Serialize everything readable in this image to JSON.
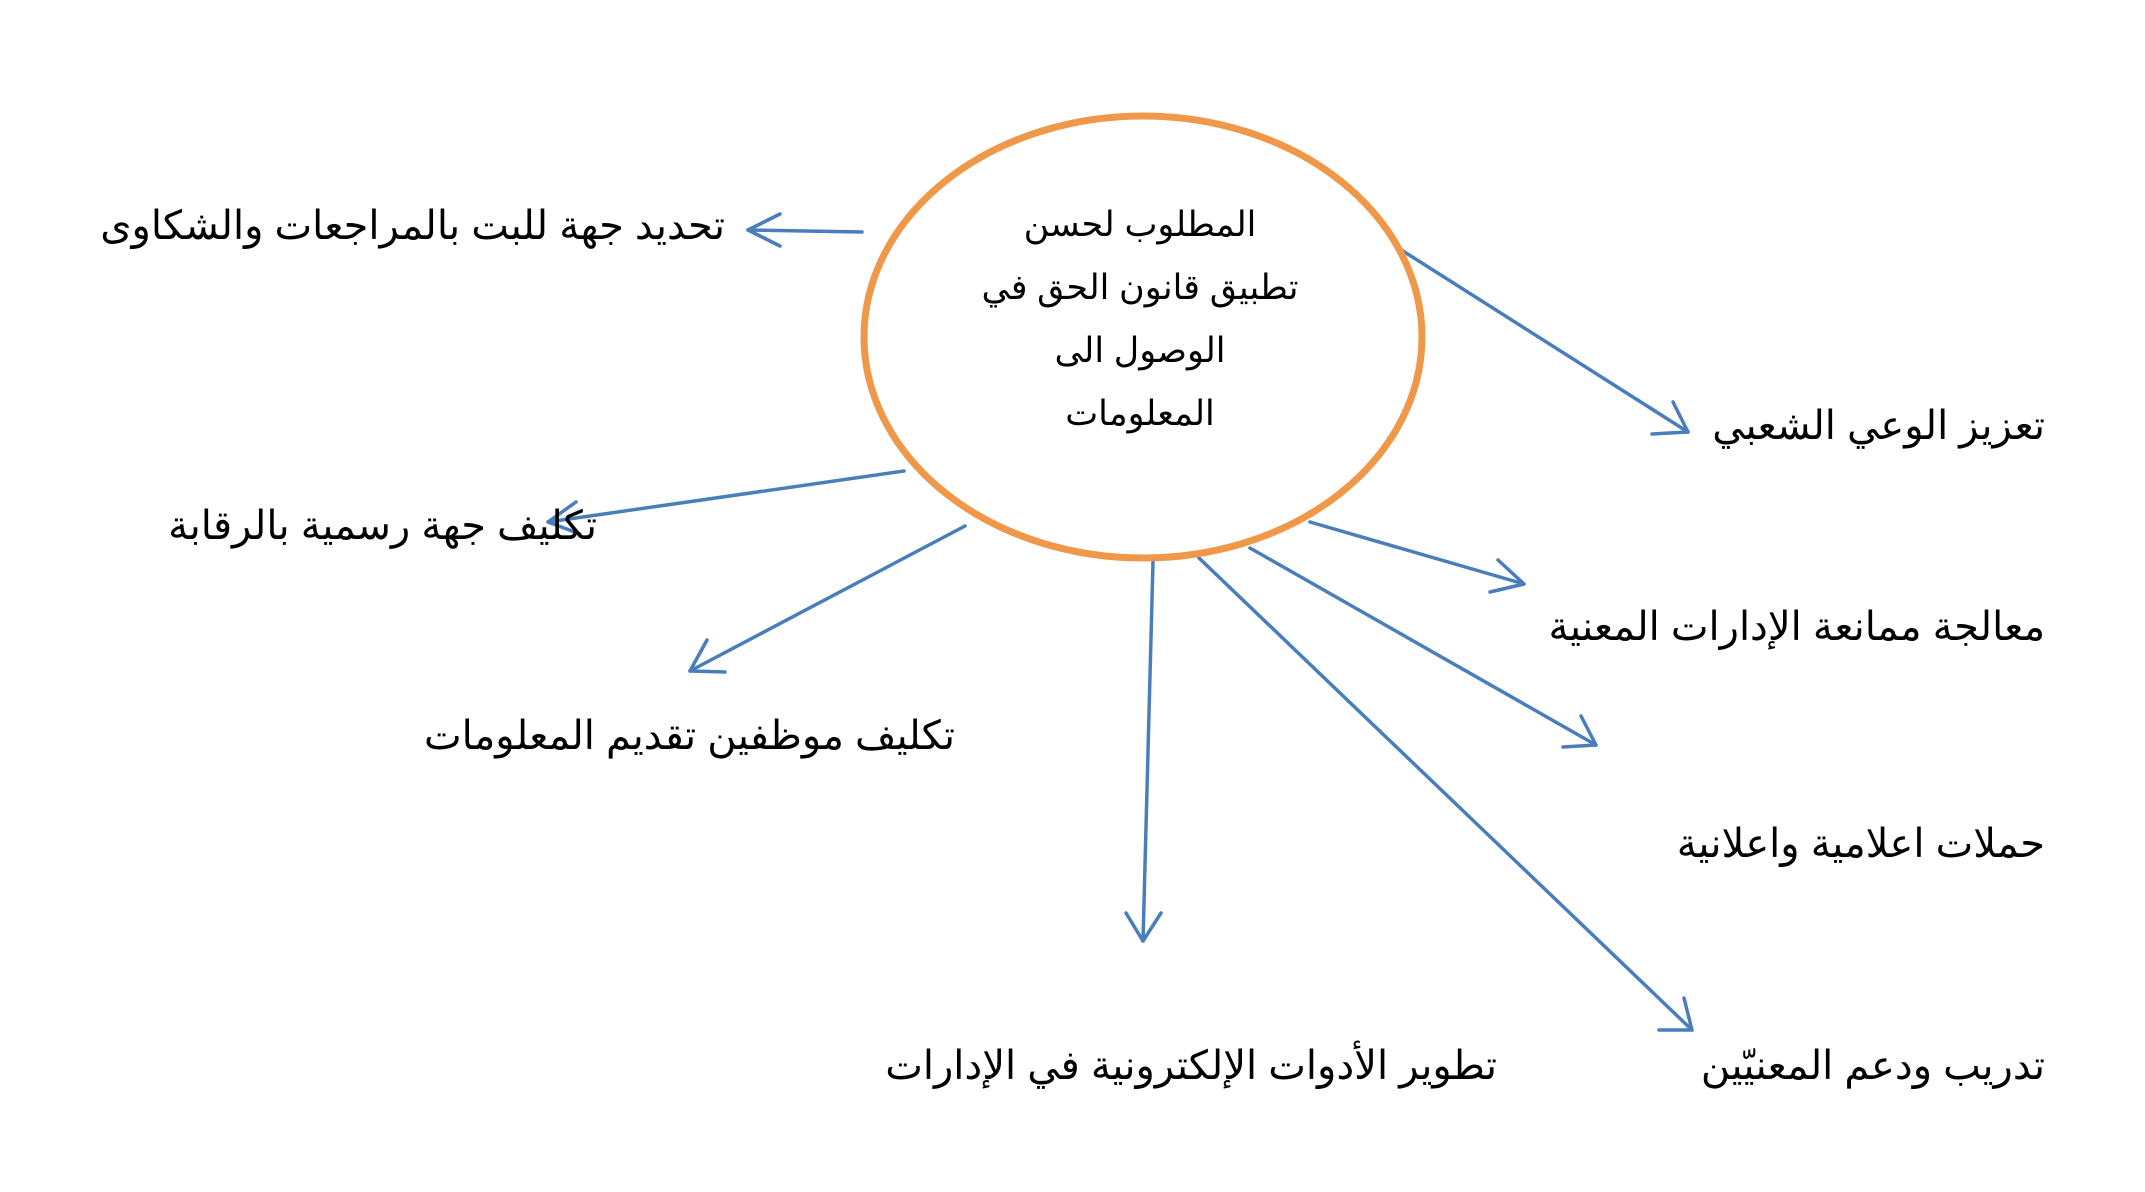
{
  "center": {
    "lines": [
      "المطلوب لحسن",
      "تطبيق قانون الحق في",
      "الوصول الى",
      "المعلومات"
    ]
  },
  "items": {
    "public_awareness": "تعزيز  الوعي الشعبي",
    "refusal_handling": "معالجة ممانعة الإدارات المعنية",
    "media_campaigns": "حملات اعلامية واعلانية",
    "training_support": "تدريب ودعم المعنيّين",
    "e_tools": "تطوير  الأدوات الإلكترونية في الإدارات",
    "info_staff": "تكليف موظفين تقديم المعلومات",
    "oversight_body": "تكليف جهة رسمية بالرقابة",
    "complaints_body": "تحديد جهة للبت  بالمراجعات والشكاوى"
  },
  "colors": {
    "ellipse_stroke": "#F0984A",
    "arrow": "#4A7EBB",
    "text": "#000000"
  }
}
